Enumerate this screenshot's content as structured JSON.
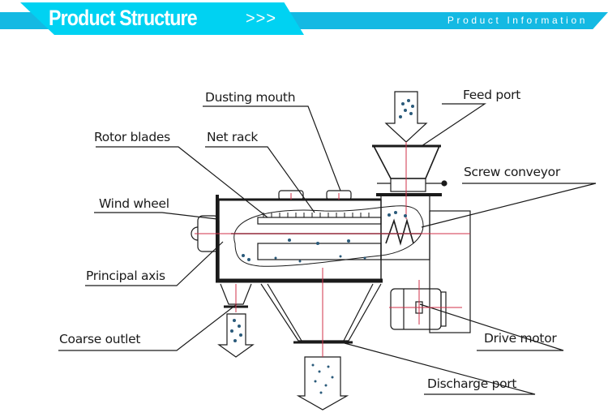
{
  "header": {
    "title": "Product Structure",
    "arrows": ">>>",
    "subtitle": "Product Information",
    "accent_color": "#00d2f2",
    "bar_color": "#14b9e3"
  },
  "diagram": {
    "labels": {
      "dusting_mouth": "Dusting mouth",
      "feed_port": "Feed port",
      "rotor_blades": "Rotor blades",
      "net_rack": "Net rack",
      "screw_conveyor": "Screw conveyor",
      "wind_wheel": "Wind wheel",
      "principal_axis": "Principal axis",
      "coarse_outlet": "Coarse outlet",
      "drive_motor": "Drive motor",
      "discharge_port": "Discharge port"
    },
    "centerline_color": "#d0304a",
    "particle_color": "#2a5a7a"
  }
}
